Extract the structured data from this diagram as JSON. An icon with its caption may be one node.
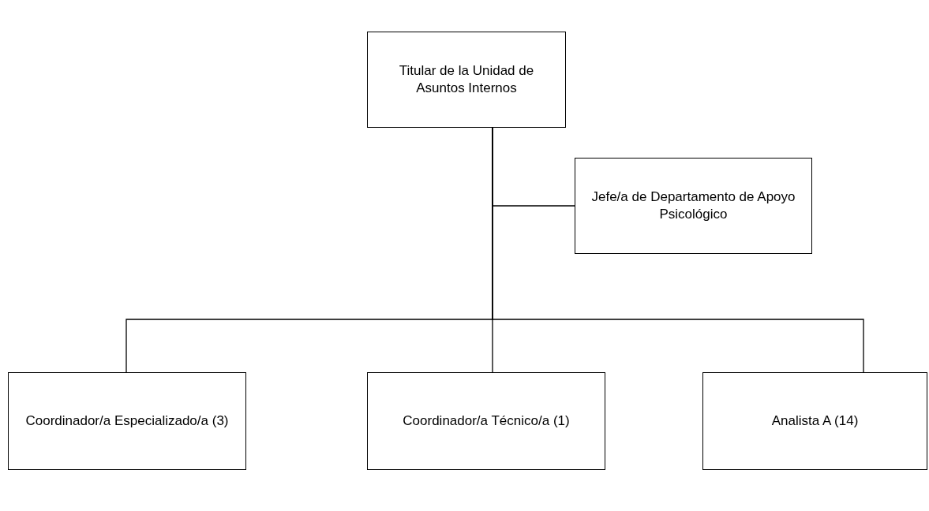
{
  "diagram": {
    "nodes": [
      {
        "text": [
          "Titular de la Unidad de Asuntos Internos"
        ]
      },
      {
        "text": [
          "Jefe/a de Departamento de Apoyo Psicológico"
        ]
      },
      {
        "text": [
          "Coordinador/a Especializado/a (3)"
        ]
      },
      {
        "text": [
          "Coordinador/a Técnico/a (1)"
        ]
      },
      {
        "text": [
          "Analista A (14)"
        ]
      }
    ],
    "edges": [
      {
        "from": 0,
        "to": 1,
        "arrow": "none"
      },
      {
        "from": 0,
        "to": 2,
        "arrow": "none"
      },
      {
        "from": 0,
        "to": 3,
        "arrow": "none"
      },
      {
        "from": 0,
        "to": 4,
        "arrow": "none"
      }
    ]
  }
}
